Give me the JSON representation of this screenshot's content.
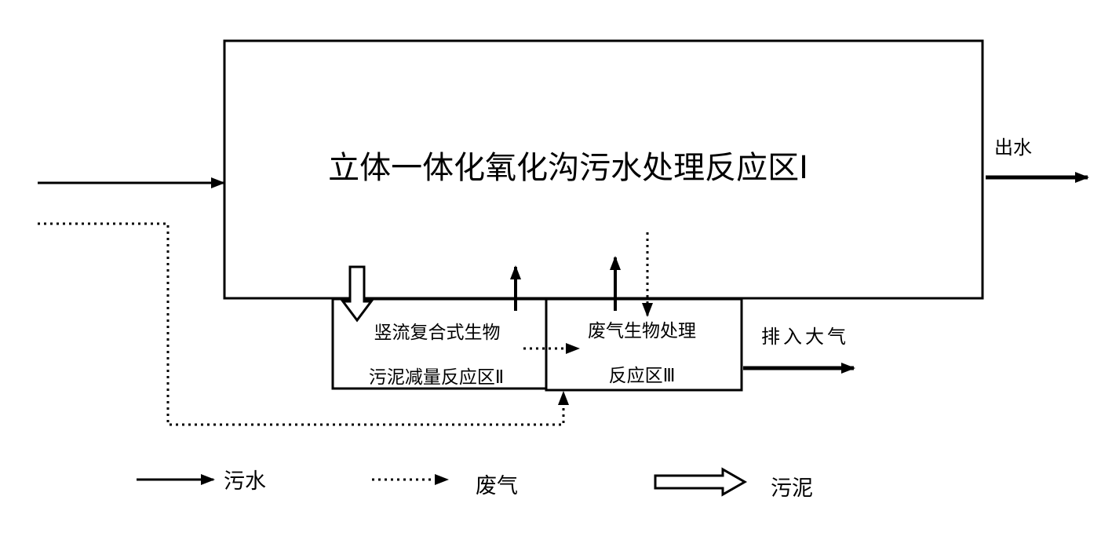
{
  "zones": {
    "zone1": {
      "label": "立体一体化氧化沟污水处理反应区Ⅰ"
    },
    "zone2": {
      "line1": "竖流复合式生物",
      "line2": "污泥减量反应区Ⅱ"
    },
    "zone3": {
      "line1": "废气生物处理",
      "line2": "反应区Ⅲ"
    }
  },
  "outputs": {
    "effluent": "出水",
    "exhaust": "排入大气"
  },
  "legend": [
    {
      "key": "sewage",
      "label": "污水",
      "style": "solid"
    },
    {
      "key": "waste_gas",
      "label": "废气",
      "style": "dotted"
    },
    {
      "key": "sludge",
      "label": "污泥",
      "style": "hollow"
    }
  ],
  "colors": {
    "stroke": "#000000",
    "background": "#ffffff"
  }
}
